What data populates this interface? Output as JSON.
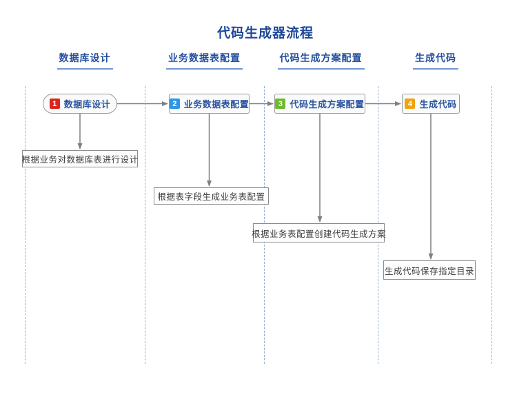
{
  "title": "代码生成器流程",
  "colors": {
    "title_blue": "#1e4799",
    "header_blue": "#24509e",
    "underline_blue": "#6f97d2",
    "lane_line_blue": "#8fafd4",
    "arrow_grey": "#7f7f7f",
    "badge_red": "#d9251d",
    "badge_blue": "#2e97e5",
    "badge_green": "#6eb92d",
    "badge_amber": "#f0a30a"
  },
  "lanes": [
    {
      "header": "数据库设计"
    },
    {
      "header": "业务数据表配置"
    },
    {
      "header": "代码生成方案配置"
    },
    {
      "header": "生成代码"
    }
  ],
  "nodes": [
    {
      "badge": "1",
      "badge_color": "#d9251d",
      "label": "数据库设计"
    },
    {
      "badge": "2",
      "badge_color": "#2e97e5",
      "label": "业务数据表配置"
    },
    {
      "badge": "3",
      "badge_color": "#6eb92d",
      "label": "代码生成方案配置"
    },
    {
      "badge": "4",
      "badge_color": "#f0a30a",
      "label": "生成代码"
    }
  ],
  "notes": [
    {
      "text": "根据业务对数据库表进行设计"
    },
    {
      "text": "根据表字段生成业务表配置"
    },
    {
      "text": "根据业务表配置创建代码生成方案"
    },
    {
      "text": "生成代码保存指定目录"
    }
  ]
}
